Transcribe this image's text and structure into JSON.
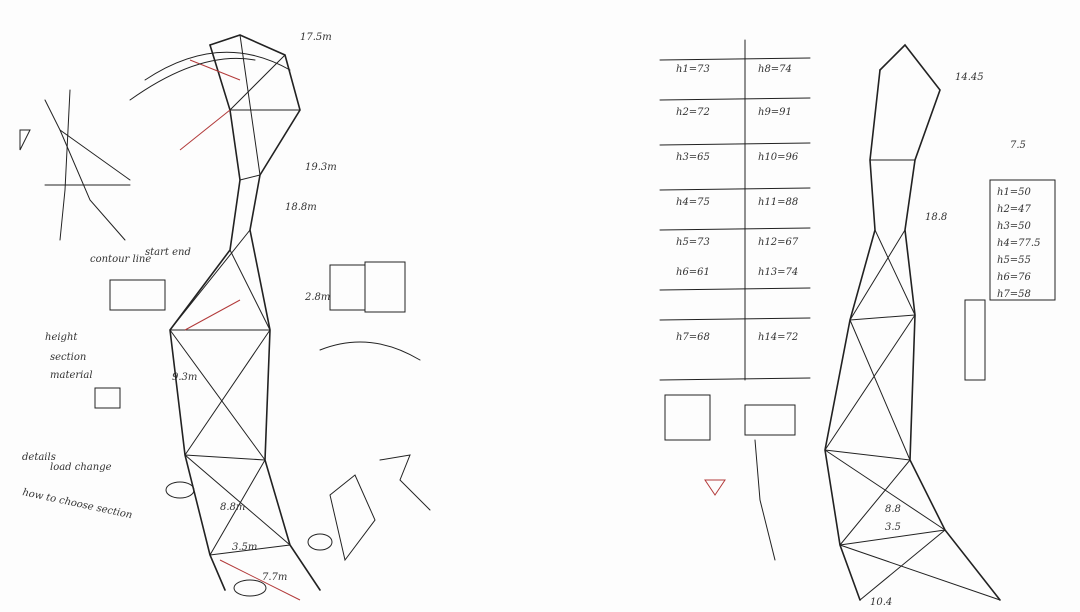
{
  "left_sheet": {
    "notes": [
      "contour line",
      "start end",
      "height",
      "section",
      "material",
      "details",
      "load change",
      "how to choose section"
    ],
    "dimensions": [
      "18.8m",
      "19.3m",
      "17.5m",
      "2.8m",
      "3.5m",
      "7.7m",
      "8.8m",
      "9.3m"
    ]
  },
  "right_sheet": {
    "table_rows": [
      "h1=73",
      "h2=72",
      "h3=65",
      "h4=75",
      "h5=73",
      "h6=61",
      "h7=68",
      "h8=74",
      "h9=91",
      "h10=96",
      "h11=88",
      "h12=67",
      "h13=74",
      "h14=72"
    ],
    "dimensions": [
      "18.8",
      "14.45",
      "7.5",
      "3.5",
      "8.8",
      "10.4"
    ],
    "legend_rows": [
      "h1=50",
      "h2=47",
      "h3=50",
      "h4=77.5",
      "h5=55",
      "h6=76",
      "h7=58"
    ]
  },
  "colors": {
    "ink": "#222222",
    "red_ink": "#b23a3a",
    "paper": "#fdfdfd"
  }
}
